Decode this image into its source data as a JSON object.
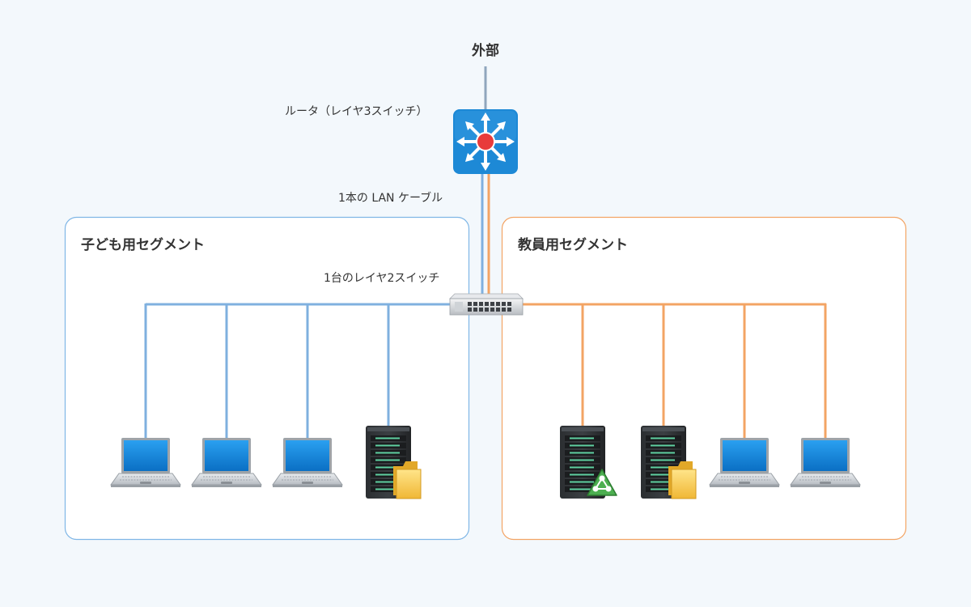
{
  "diagram": {
    "external_label": "外部",
    "router_label": "ルータ（レイヤ3スイッチ）",
    "cable_label": "1本の LAN ケーブル",
    "l2_switch_label": "1台のレイヤ2スイッチ",
    "colors": {
      "background": "#f3f8fc",
      "kids_line": "#7fb0df",
      "staff_line": "#f3a464",
      "external_line": "#8fa6bd",
      "router_body": "#1d89d6",
      "router_center": "#e83b3b"
    },
    "segments": [
      {
        "id": "kids",
        "label": "子ども用セグメント",
        "border_color": "#7fb6e6",
        "devices": [
          "laptop-icon",
          "laptop-icon",
          "laptop-icon",
          "file-server-icon"
        ]
      },
      {
        "id": "staff",
        "label": "教員用セグメント",
        "border_color": "#f3a464",
        "devices": [
          "network-server-icon",
          "file-server-icon",
          "laptop-icon",
          "laptop-icon"
        ]
      }
    ]
  }
}
